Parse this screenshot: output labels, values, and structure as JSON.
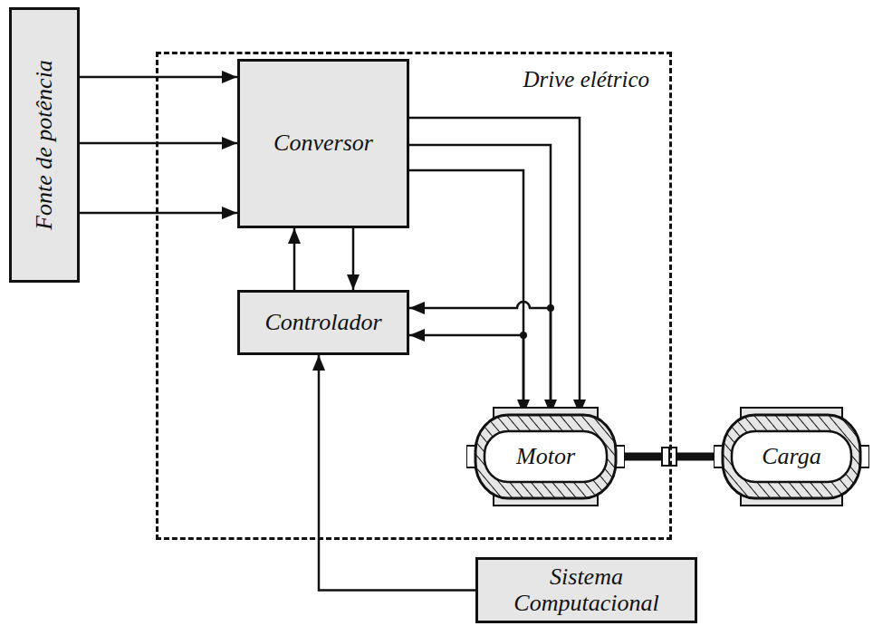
{
  "diagram": {
    "nodes": [
      {
        "text": [
          "Fonte de potência"
        ]
      },
      {
        "text": [
          "Drive elétrico"
        ]
      },
      {
        "text": [
          "Conversor"
        ],
        "in": 1
      },
      {
        "text": [
          "Controlador"
        ],
        "in": 1
      },
      {
        "text": [
          "Motor"
        ],
        "in": 1
      },
      {
        "text": [
          "Carga"
        ]
      },
      {
        "text": [
          "Sistema Computacional"
        ]
      }
    ],
    "edges": [
      {
        "from": 0,
        "to": 2,
        "arrow": "to"
      },
      {
        "from": 0,
        "to": 2,
        "arrow": "to"
      },
      {
        "from": 0,
        "to": 2,
        "arrow": "to"
      },
      {
        "from": 2,
        "to": 4,
        "arrow": "to"
      },
      {
        "from": 2,
        "to": 4,
        "arrow": "to"
      },
      {
        "from": 2,
        "to": 4,
        "arrow": "to"
      },
      {
        "from": 3,
        "to": 2,
        "arrow": "to"
      },
      {
        "from": 2,
        "to": 3,
        "arrow": "to"
      },
      {
        "from": 4,
        "to": 3,
        "arrow": "to"
      },
      {
        "from": 4,
        "to": 3,
        "arrow": "to"
      },
      {
        "from": 4,
        "to": 5,
        "arrow": "none"
      },
      {
        "from": 6,
        "to": 3,
        "arrow": "to"
      }
    ]
  }
}
